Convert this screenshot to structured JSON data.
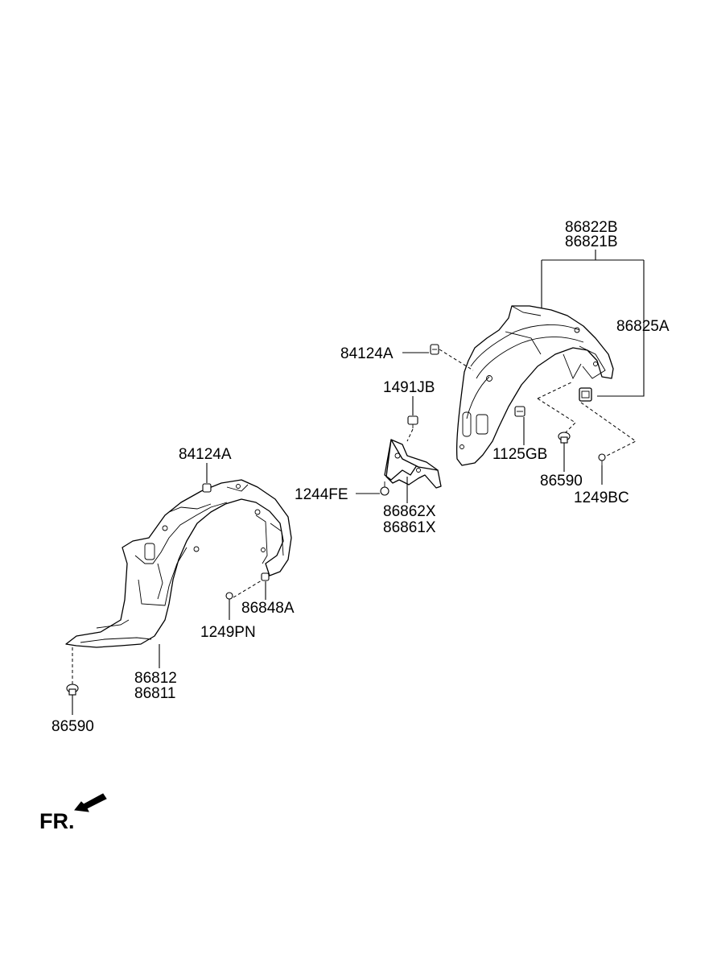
{
  "labels": {
    "r_upper_1": "86822B",
    "r_upper_2": "86821B",
    "r_side": "86825A",
    "r_clip_left": "84124A",
    "r_bolt_1491": "1491JB",
    "r_bolt_1125": "1125GB",
    "r_clip_86590": "86590",
    "r_screw_1249bc": "1249BC",
    "bracket_1": "86862X",
    "bracket_2": "86861X",
    "bracket_bolt": "1244FE",
    "l_clip_top": "84124A",
    "l_insert": "86848A",
    "l_screw": "1249PN",
    "l_guard_1": "86812",
    "l_guard_2": "86811",
    "l_clip_bottom": "86590",
    "front_marker": "FR."
  }
}
